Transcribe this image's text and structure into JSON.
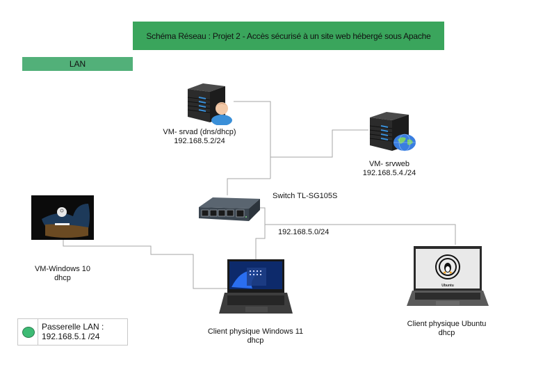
{
  "title": "Schéma Réseau : Projet 2 - Accès sécurisé à un site web hébergé sous Apache",
  "zone_label": "LAN",
  "colors": {
    "title_bg": "#3aa55c",
    "lan_bg": "#52b079",
    "wire": "#a6a6a6",
    "gateway_dot": "#3dbb74"
  },
  "nodes": {
    "srvad": {
      "icon": "server-user-icon",
      "name": "VM- srvad (dns/dhcp)",
      "ip": "192.168.5.2/24"
    },
    "srvweb": {
      "icon": "server-globe-icon",
      "name": "VM- srvweb",
      "ip": "192.168.5.4./24"
    },
    "switch": {
      "icon": "network-switch-icon",
      "name": "Switch TL-SG105S",
      "subnet": "192.168.5.0/24"
    },
    "win10": {
      "icon": "windows-login-screen-icon",
      "name": "VM-Windows 10",
      "ip": "dhcp"
    },
    "win11": {
      "icon": "laptop-windows-icon",
      "name": "Client physique Windows 11",
      "ip": "dhcp"
    },
    "ubuntu": {
      "icon": "laptop-ubuntu-icon",
      "name": "Client physique Ubuntu",
      "ip": "dhcp",
      "screen_text": "Ubuntu"
    }
  },
  "legend": {
    "line1": "Passerelle LAN :",
    "line2": "192.168.5.1 /24"
  }
}
